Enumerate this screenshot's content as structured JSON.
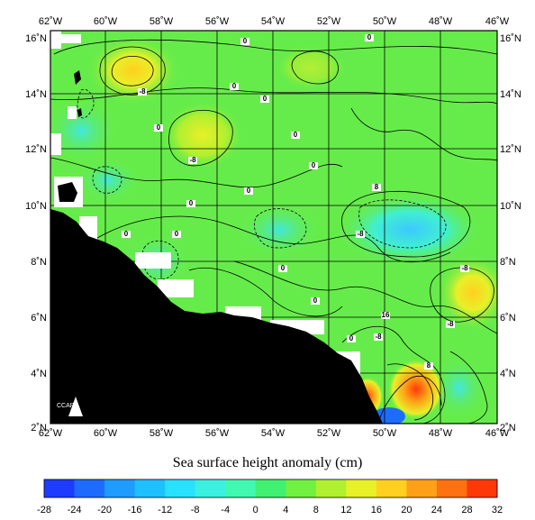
{
  "map": {
    "title": "Sea surface height anomaly (cm)",
    "logo_text": "CCAR",
    "lon_labels": [
      "62˚W",
      "60˚W",
      "58˚W",
      "56˚W",
      "54˚W",
      "52˚W",
      "50˚W",
      "48˚W",
      "46˚W"
    ],
    "lat_labels": [
      "16˚N",
      "14˚N",
      "12˚N",
      "10˚N",
      "8˚N",
      "6˚N",
      "4˚N",
      "2˚N"
    ],
    "contour_labels": [
      "0",
      "0",
      "-8",
      "0",
      "0",
      "0",
      "0",
      "-8",
      "0",
      "0",
      "0",
      "8",
      "0",
      "0",
      "-8",
      "0",
      "0",
      "16",
      "-8",
      "-8",
      "0",
      "8",
      "-8"
    ]
  },
  "colorbar": {
    "ticks": [
      "-28",
      "-24",
      "-20",
      "-16",
      "-12",
      "-8",
      "-4",
      "0",
      "4",
      "8",
      "12",
      "16",
      "20",
      "24",
      "28",
      "32"
    ],
    "colors": [
      "#1e3cff",
      "#1e6cff",
      "#1e9cff",
      "#1ec0ff",
      "#28e0ff",
      "#3cf0e0",
      "#40f8b0",
      "#40f070",
      "#70f040",
      "#b0f030",
      "#e8f028",
      "#ffd020",
      "#ffa018",
      "#ff7010",
      "#ff3808"
    ]
  },
  "colors": {
    "land": "#000000",
    "background_field": "#66ec4a",
    "grid": "#000000"
  }
}
